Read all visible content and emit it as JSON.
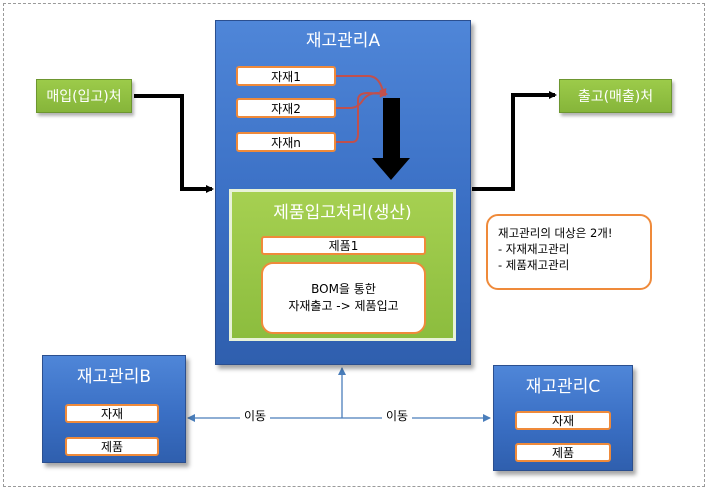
{
  "supplier": "매입(입고)처",
  "customer": "출고(매출)처",
  "inventoryA": {
    "title": "재고관리A",
    "materials": [
      "자재1",
      "자재2",
      "자재n"
    ],
    "production": {
      "title": "제품입고처리(생산)",
      "product": "제품1",
      "bom_line1": "BOM을 통한",
      "bom_line2": "자재출고 -> 제품입고"
    }
  },
  "inventoryB": {
    "title": "재고관리B",
    "item1": "자재",
    "item2": "제품"
  },
  "inventoryC": {
    "title": "재고관리C",
    "item1": "자재",
    "item2": "제품"
  },
  "transfer_left": "이동",
  "transfer_right": "이동",
  "note": {
    "line1": "재고관리의 대상은 2개!",
    "line2": "- 자재재고관리",
    "line3": "- 제품재고관리"
  },
  "colors": {
    "blue": "#3a6fc4",
    "green": "#8cbd3e",
    "orange": "#ef8a3a",
    "red_arrow": "#c0504d",
    "connector": "#4a7ebb"
  }
}
